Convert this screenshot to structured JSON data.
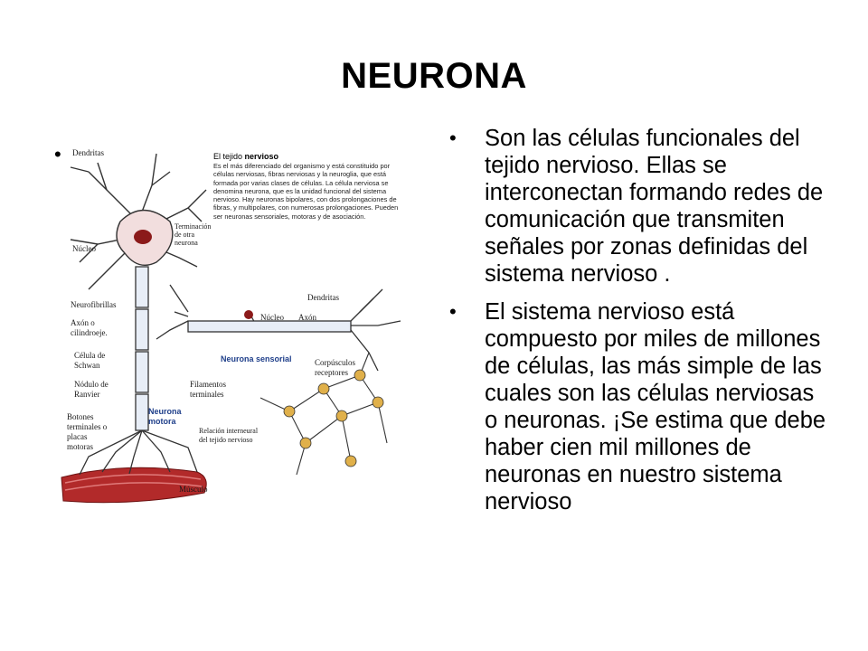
{
  "slide": {
    "title": "NEURONA",
    "bullets": [
      "Son las células funcionales del tejido nervioso. Ellas se interconectan formando redes de comunicación que transmiten señales por zonas definidas del sistema nervioso .",
      "El sistema nervioso está compuesto por miles de millones de células, las más simple de las cuales son las células nerviosas o neuronas. ¡Se estima que debe haber cien mil millones de neuronas en nuestro sistema nervioso"
    ],
    "bullet_mark": "•"
  },
  "figure": {
    "box_title_prefix": "El tejido",
    "box_title_bold": "nervioso",
    "box_text": "Es el más diferenciado del organismo y está constituido por células nerviosas, fibras nerviosas y la neuroglia, que está formada por varias clases de células. La célula nerviosa se denomina neurona, que es la unidad funcional del sistema nervioso. Hay neuronas bipolares, con dos prolongaciones de fibras, y multipolares, con numerosas prolongaciones. Pueden ser neuronas sensoriales, motoras y de asociación.",
    "labels": {
      "dendritas_top": "Dendritas",
      "terminacion": "Terminación de otra neurona",
      "nucleo_left": "Núcleo",
      "neurofibrillas": "Neurofibrillas",
      "axon_cilindroeje": "Axón o cilindroeje.",
      "celula_schwan": "Célula de Schwan",
      "nodulo_ranvier": "Nódulo de Ranvier",
      "botones": "Botones terminales o placas motoras",
      "neurona_motora": "Neurona motora",
      "dendritas_right": "Dendritas",
      "nucleo_right": "Núcleo",
      "axon_right": "Axón",
      "neurona_sensorial": "Neurona sensorial",
      "corpusculos": "Corpúsculos receptores",
      "filamentos": "Filamentos terminales",
      "relacion": "Relación interneural del tejido nervioso",
      "musculo": "Músculo"
    }
  }
}
